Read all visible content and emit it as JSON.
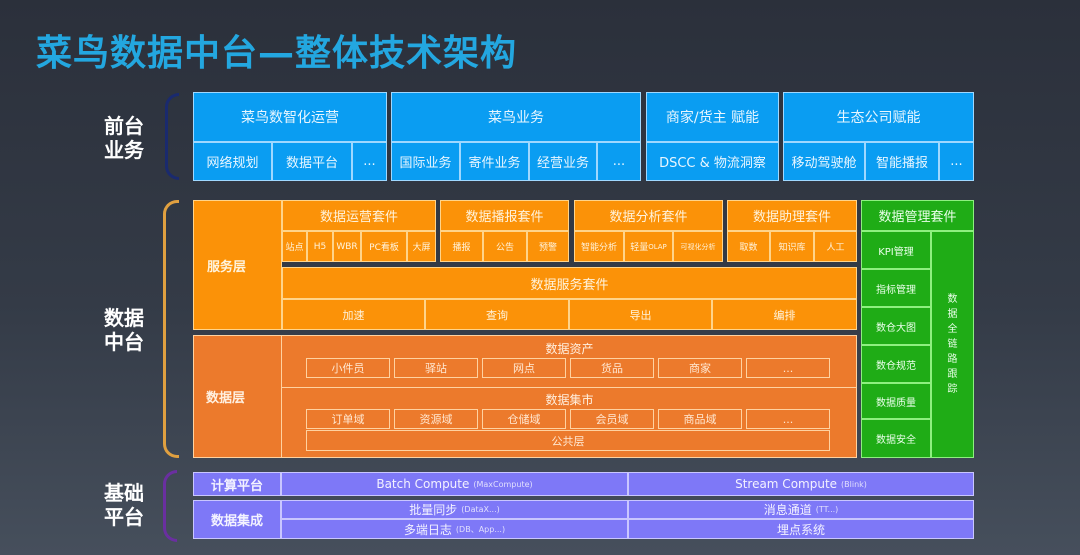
{
  "title": "菜鸟数据中台—整体技术架构",
  "side_labels": {
    "front": [
      "前台",
      "业务"
    ],
    "middle": [
      "数据",
      "中台"
    ],
    "base": [
      "基础",
      "平台"
    ]
  },
  "colors": {
    "title": "#23a7e0",
    "front_blue": "#0a9df2",
    "service_orange": "#fb9208",
    "data_orange": "#ec7a2c",
    "mgmt_green": "#1fac16",
    "base_purple": "#7e78f7",
    "bracket_front": "#1a2a6e",
    "bracket_middle": "#e0a040",
    "bracket_base": "#6a2fa0"
  },
  "front": {
    "groups": [
      {
        "header": "菜鸟数智化运营",
        "items": [
          "网络规划",
          "数据平台",
          "..."
        ]
      },
      {
        "header": "菜鸟业务",
        "items": [
          "国际业务",
          "寄件业务",
          "经营业务",
          "..."
        ]
      },
      {
        "header": "商家/货主 赋能",
        "items": [
          "DSCC & 物流洞察"
        ]
      },
      {
        "header": "生态公司赋能",
        "items": [
          "移动驾驶舱",
          "智能播报",
          "..."
        ]
      }
    ]
  },
  "middle": {
    "service_layer": {
      "label": "服务层",
      "suites": [
        {
          "header": "数据运营套件",
          "items": [
            "站点",
            "H5",
            "WBR",
            "PC看板",
            "大屏"
          ]
        },
        {
          "header": "数据播报套件",
          "items": [
            "播报",
            "公告",
            "预警"
          ]
        },
        {
          "header": "数据分析套件",
          "items": [
            "智能分析",
            "轻量",
            "可视化分析"
          ],
          "olap": "OLAP"
        },
        {
          "header": "数据助理套件",
          "items": [
            "取数",
            "知识库",
            "人工"
          ]
        }
      ],
      "service_suite": {
        "header": "数据服务套件",
        "items": [
          "加速",
          "查询",
          "导出",
          "编排"
        ]
      }
    },
    "data_layer": {
      "label": "数据层",
      "assets": {
        "header": "数据资产",
        "items": [
          "小件员",
          "驿站",
          "网点",
          "货品",
          "商家",
          "..."
        ]
      },
      "mart": {
        "header": "数据集市",
        "items": [
          "订单域",
          "资源域",
          "仓储域",
          "会员域",
          "商品域",
          "..."
        ],
        "common": "公共层"
      }
    },
    "management": {
      "header": "数据管理套件",
      "items": [
        "KPI管理",
        "指标管理",
        "数仓大图",
        "数仓规范",
        "数据质量",
        "数据安全"
      ],
      "trace": [
        "数",
        "据",
        "全",
        "链",
        "路",
        "跟",
        "踪"
      ]
    }
  },
  "base": {
    "compute": {
      "label": "计算平台",
      "batch": {
        "name": "Batch Compute",
        "note": "(MaxCompute)"
      },
      "stream": {
        "name": "Stream Compute",
        "note": "(Blink)"
      }
    },
    "integration": {
      "label": "数据集成",
      "rows": [
        {
          "left": "批量同步",
          "left_note": "(DataX...)",
          "right": "消息通道",
          "right_note": "(TT...)"
        },
        {
          "left": "多端日志",
          "left_note": "(DB、App...)",
          "right": "埋点系统",
          "right_note": ""
        }
      ]
    }
  }
}
